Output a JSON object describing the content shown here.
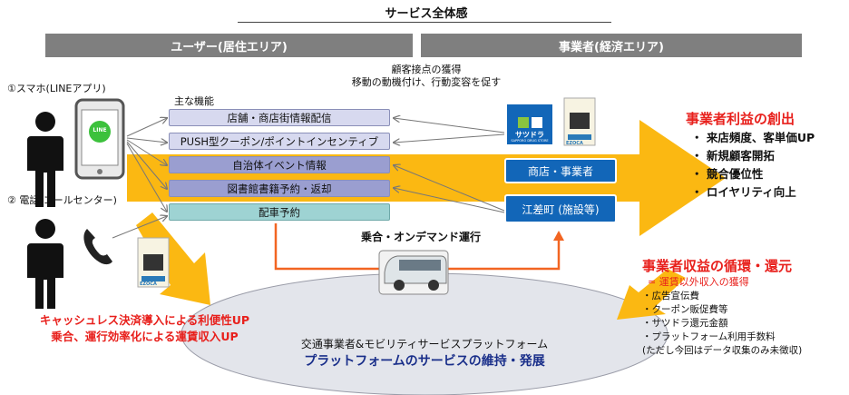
{
  "header": {
    "title": "サービス全体感",
    "user_area": "ユーザー(居住エリア)",
    "business_area": "事業者(経済エリア)"
  },
  "top_note": [
    "顧客接点の獲得",
    "移動の動機付け、行動変容を促す"
  ],
  "channels": {
    "smartphone": "①スマホ(LINEアプリ)",
    "line_badge": "LINE",
    "phone": "② 電話(コールセンター)"
  },
  "features": {
    "caption": "主な機能",
    "items": [
      "店舗・商店街情報配信",
      "PUSH型クーポン/ポイントインセンティブ",
      "自治体イベント情報",
      "図書館書籍予約・返却",
      "配車予約"
    ]
  },
  "business": {
    "logo_text": "サツドラ",
    "logo_sub": "SAPPORO DRUG STORE",
    "shop": "商店・事業者",
    "town": "江差町 (施設等)"
  },
  "ride": "乗合・オンデマンド運行",
  "benefit": {
    "title": "事業者利益の創出",
    "items": [
      "来店頻度、客単価UP",
      "新規顧客開拓",
      "競合優位性",
      "ロイヤリティ向上"
    ]
  },
  "revenue": {
    "title": "事業者収益の循環・還元",
    "subtitle": "= 運賃以外収入の獲得",
    "items": [
      "・広告宣伝費",
      "・クーポン販促費等",
      "・サツドラ還元金額",
      "・プラットフォーム利用手数料",
      "(ただし今回はデータ収集のみ未徴収)"
    ]
  },
  "left_bottom": [
    "キャッシュレス決済導入による利便性UP",
    "乗合、運行効率化による運賃収入UP"
  ],
  "platform": {
    "line1": "交通事業者&モビリティサービスプラットフォーム",
    "line2": "プラットフォームのサービスの維持・発展"
  },
  "card_text": "EZOCA",
  "colors": {
    "orange_arrow": "#fbb812",
    "red_text": "#e8201c",
    "blue_box": "#1266b8",
    "feature_light": "#d7d9ef",
    "feature_mid": "#9a9ed0",
    "feature_teal": "#9ed3d3"
  }
}
